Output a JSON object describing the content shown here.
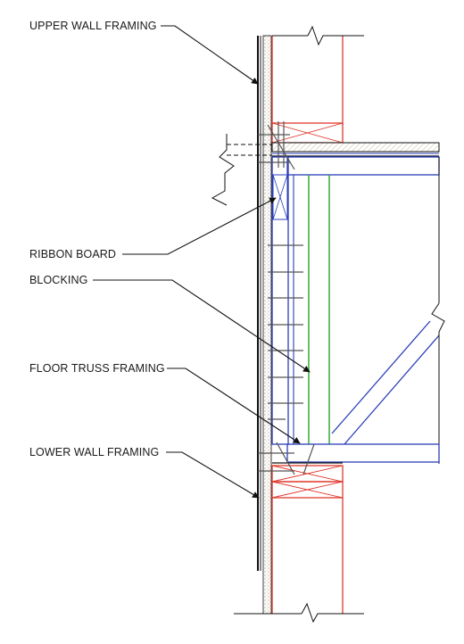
{
  "labels": {
    "upper_wall_framing": "UPPER WALL FRAMING",
    "ribbon_board": "RIBBON BOARD",
    "blocking": "BLOCKING",
    "floor_truss_framing": "FLOOR TRUSS FRAMING",
    "lower_wall_framing": "LOWER WALL FRAMING"
  },
  "colors": {
    "wall_stud": "#e0382c",
    "truss": "#2b3fb8",
    "blocking": "#2aa32a",
    "sheathing": "#c9b48a",
    "line": "#111111"
  }
}
